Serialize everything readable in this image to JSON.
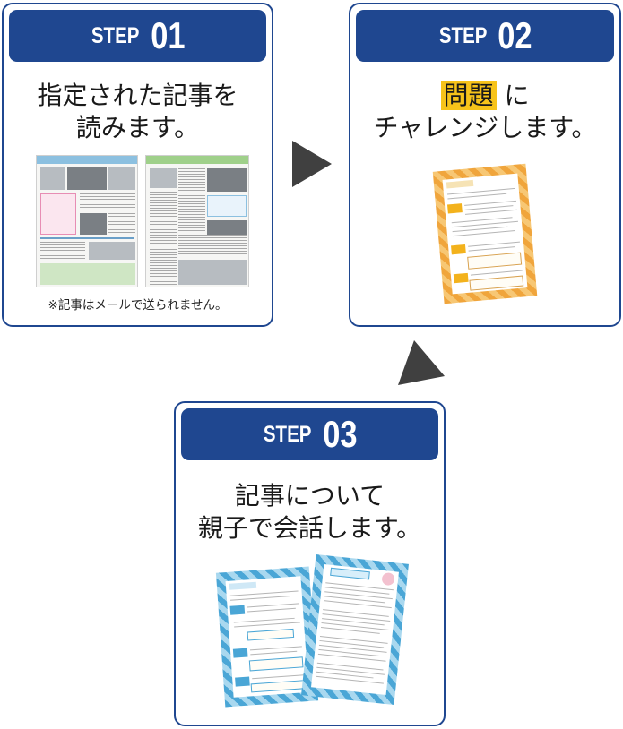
{
  "steps": [
    {
      "label": "STEP",
      "number": "01",
      "description_line1": "指定された記事を",
      "description_line2": "読みます。",
      "note": "※記事はメールで送られません。"
    },
    {
      "label": "STEP",
      "number": "02",
      "description_highlight": "問題",
      "description_line1_rest": " に",
      "description_line2": "チャレンジします。"
    },
    {
      "label": "STEP",
      "number": "03",
      "description_line1": "記事について",
      "description_line2": "親子で会話します。"
    }
  ],
  "colors": {
    "navy": "#1f4790",
    "highlight": "#f7c31a",
    "arrow": "#404040",
    "orange_sheet": "#f0a53c",
    "blue_sheet": "#4aa6d6"
  }
}
